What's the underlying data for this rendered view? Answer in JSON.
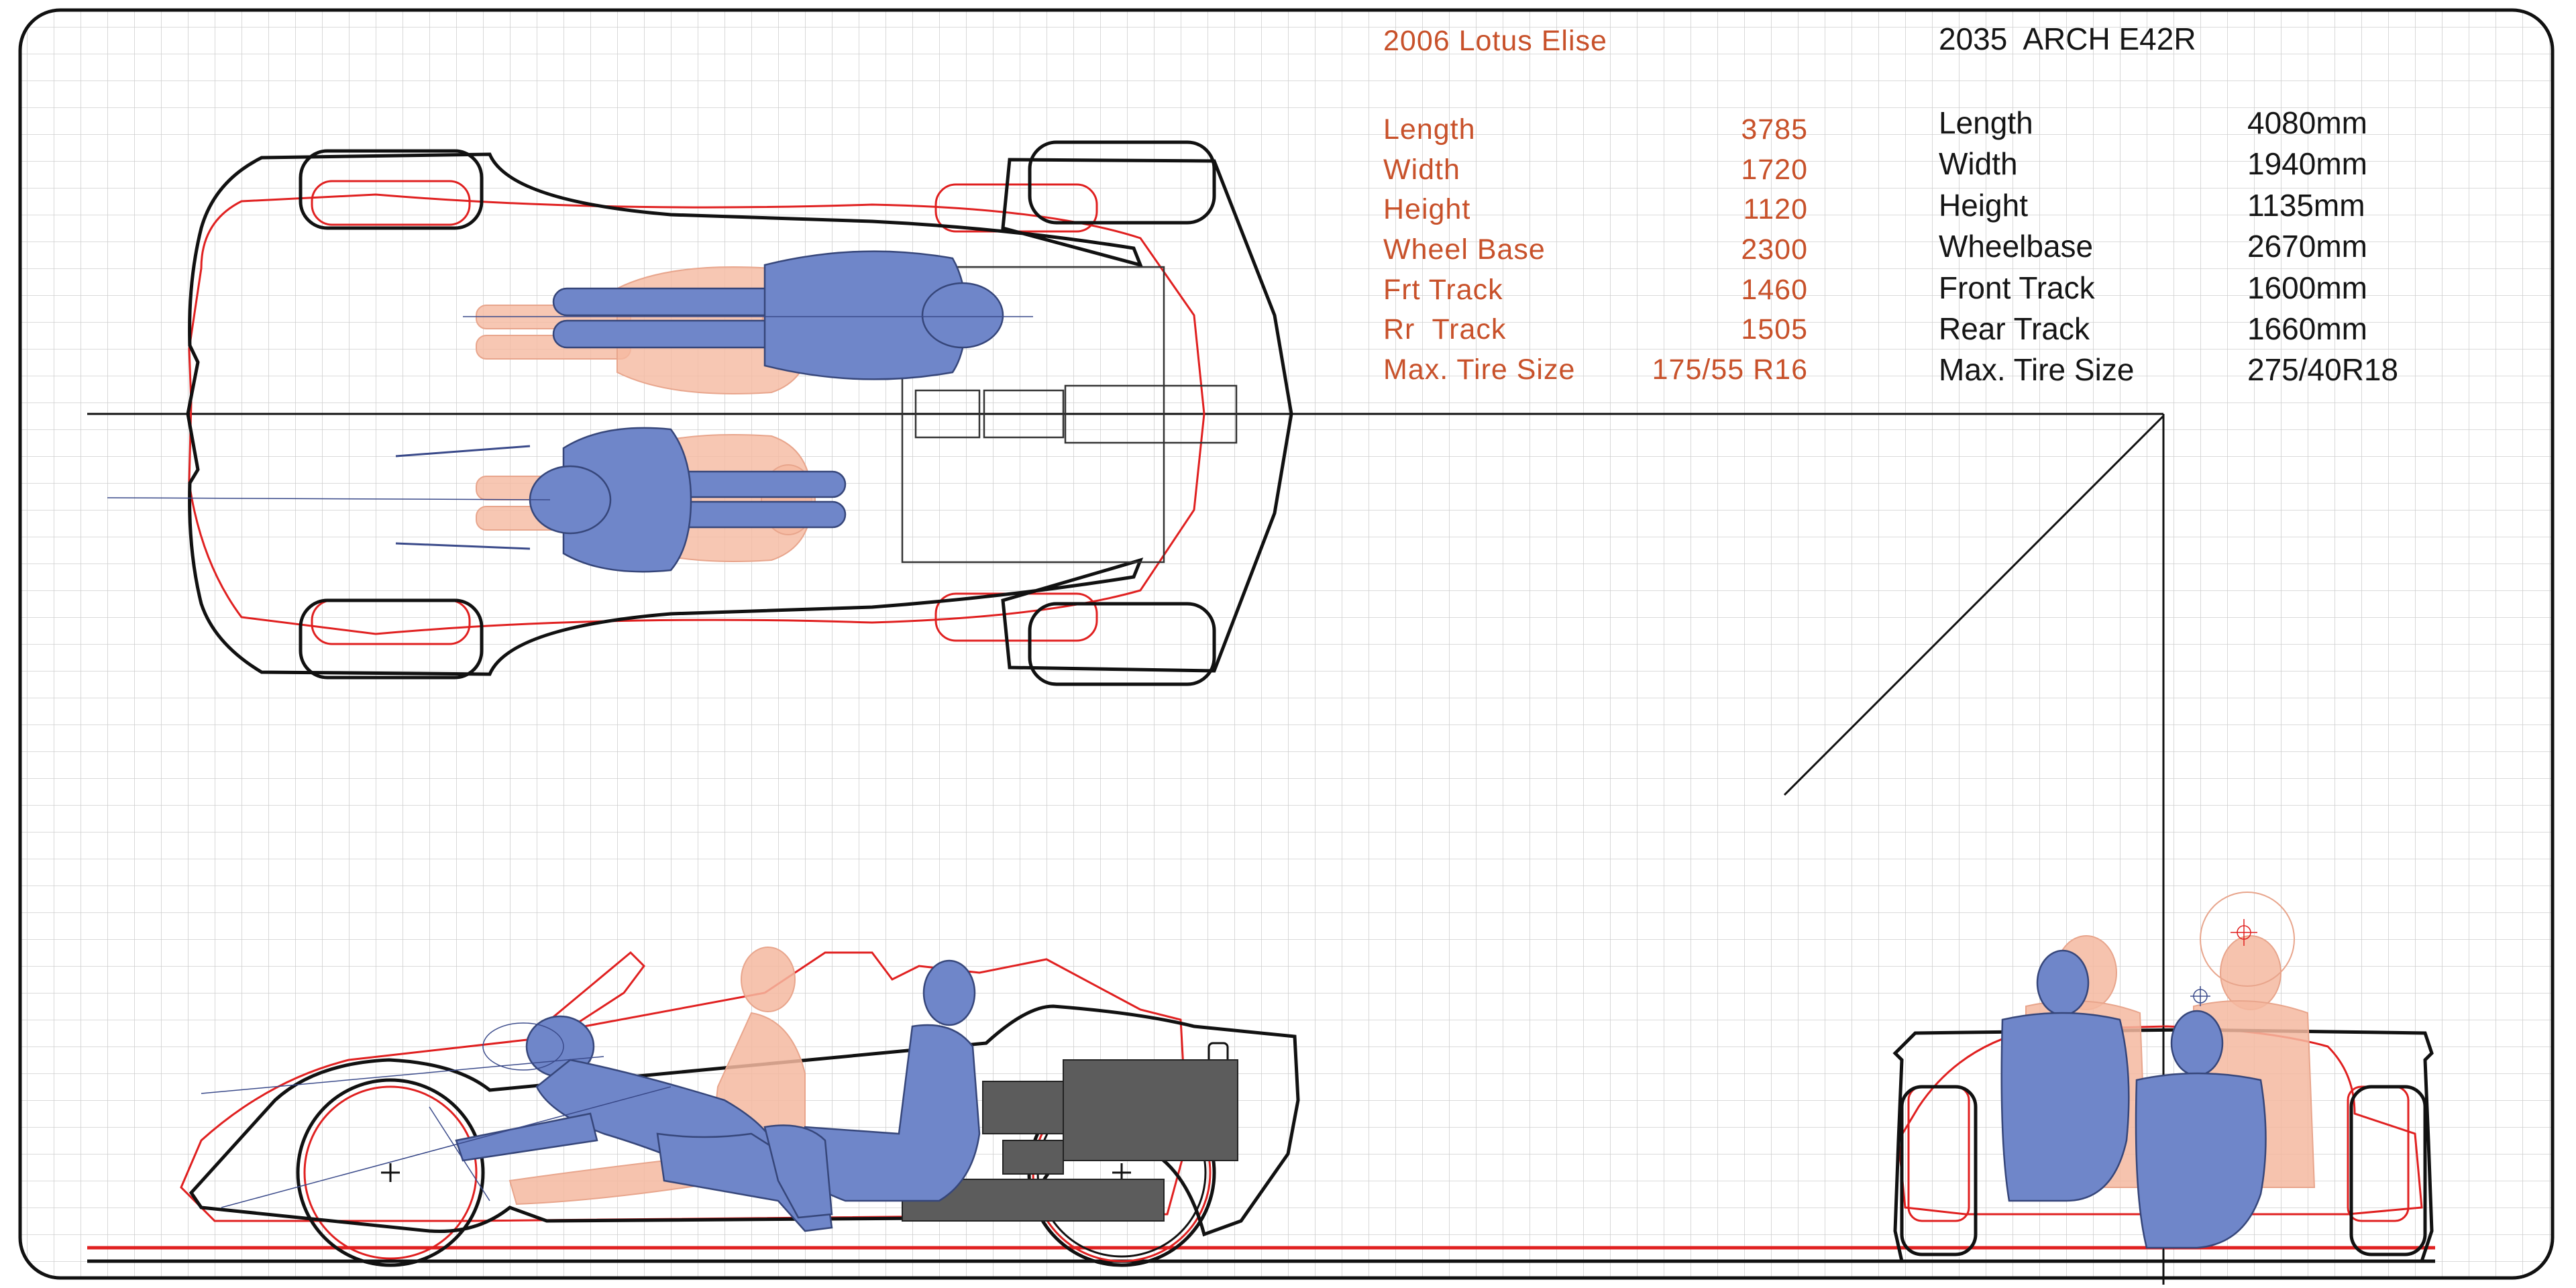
{
  "lotus": {
    "title": "2006 Lotus Elise",
    "specs": [
      {
        "label": "Length",
        "value": "3785"
      },
      {
        "label": "Width",
        "value": "1720"
      },
      {
        "label": "Height",
        "value": "1120"
      },
      {
        "label": "Wheel Base",
        "value": "2300"
      },
      {
        "label": "Frt Track",
        "value": "1460"
      },
      {
        "label": "Rr  Track",
        "value": "1505"
      },
      {
        "label": "Max. Tire Size",
        "value": "175/55 R16"
      }
    ]
  },
  "arch": {
    "title": "2035  ARCH E42R",
    "specs": [
      {
        "label": "Length",
        "value": "4080mm"
      },
      {
        "label": "Width",
        "value": "1940mm"
      },
      {
        "label": "Height",
        "value": "1135mm"
      },
      {
        "label": "Wheelbase",
        "value": "2670mm"
      },
      {
        "label": "Front Track",
        "value": "1600mm"
      },
      {
        "label": "Rear Track",
        "value": "1660mm"
      },
      {
        "label": "Max. Tire Size",
        "value": "275/40R18"
      }
    ]
  },
  "colors": {
    "grid": "#cfcfcf",
    "outline": "#111111",
    "lotus_red": "#e02020",
    "occupant_blue": "#6f86c9",
    "occupant_peach": "#f5b9a0",
    "battery_gray": "#5c5c5c",
    "text_orange": "#c8512a"
  }
}
